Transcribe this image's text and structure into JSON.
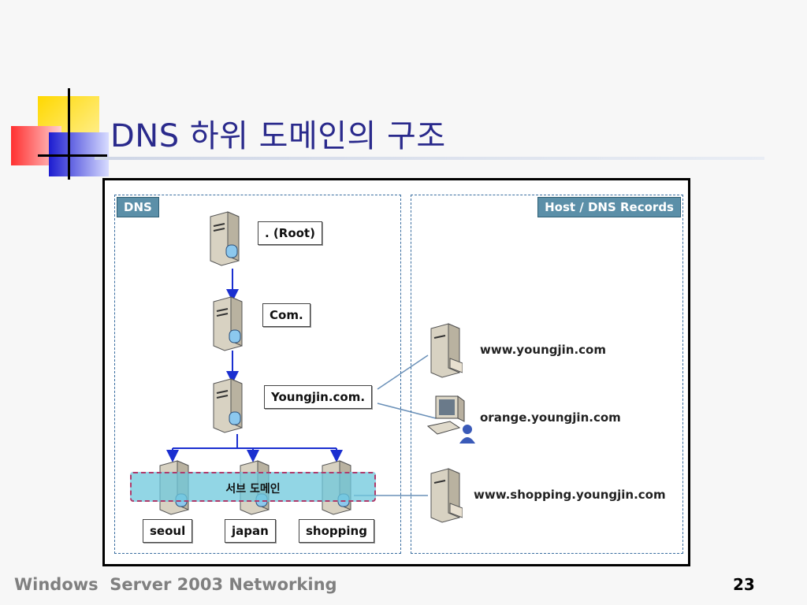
{
  "slide": {
    "title": "DNS 하위 도메인의 구조",
    "footer": "Windows  Server 2003 Networking",
    "page_number": "23"
  },
  "diagram": {
    "left_panel_label": "DNS",
    "right_panel_label": "Host / DNS Records",
    "root_label": ". (Root)",
    "com_label": "Com.",
    "youngjin_label": "Youngjin.com.",
    "subdomain_label": "서브 도메인",
    "subdomains": [
      "seoul",
      "japan",
      "shopping"
    ],
    "hosts": [
      "www.youngjin.com",
      "orange.youngjin.com",
      "www.shopping.youngjin.com"
    ]
  },
  "colors": {
    "title": "#2a2a8c",
    "panel_label_bg": "#5b8fa8",
    "arrow": "#1a2fd0",
    "connector": "#6a90b8",
    "subdomain_band": "#6ec8dc"
  }
}
